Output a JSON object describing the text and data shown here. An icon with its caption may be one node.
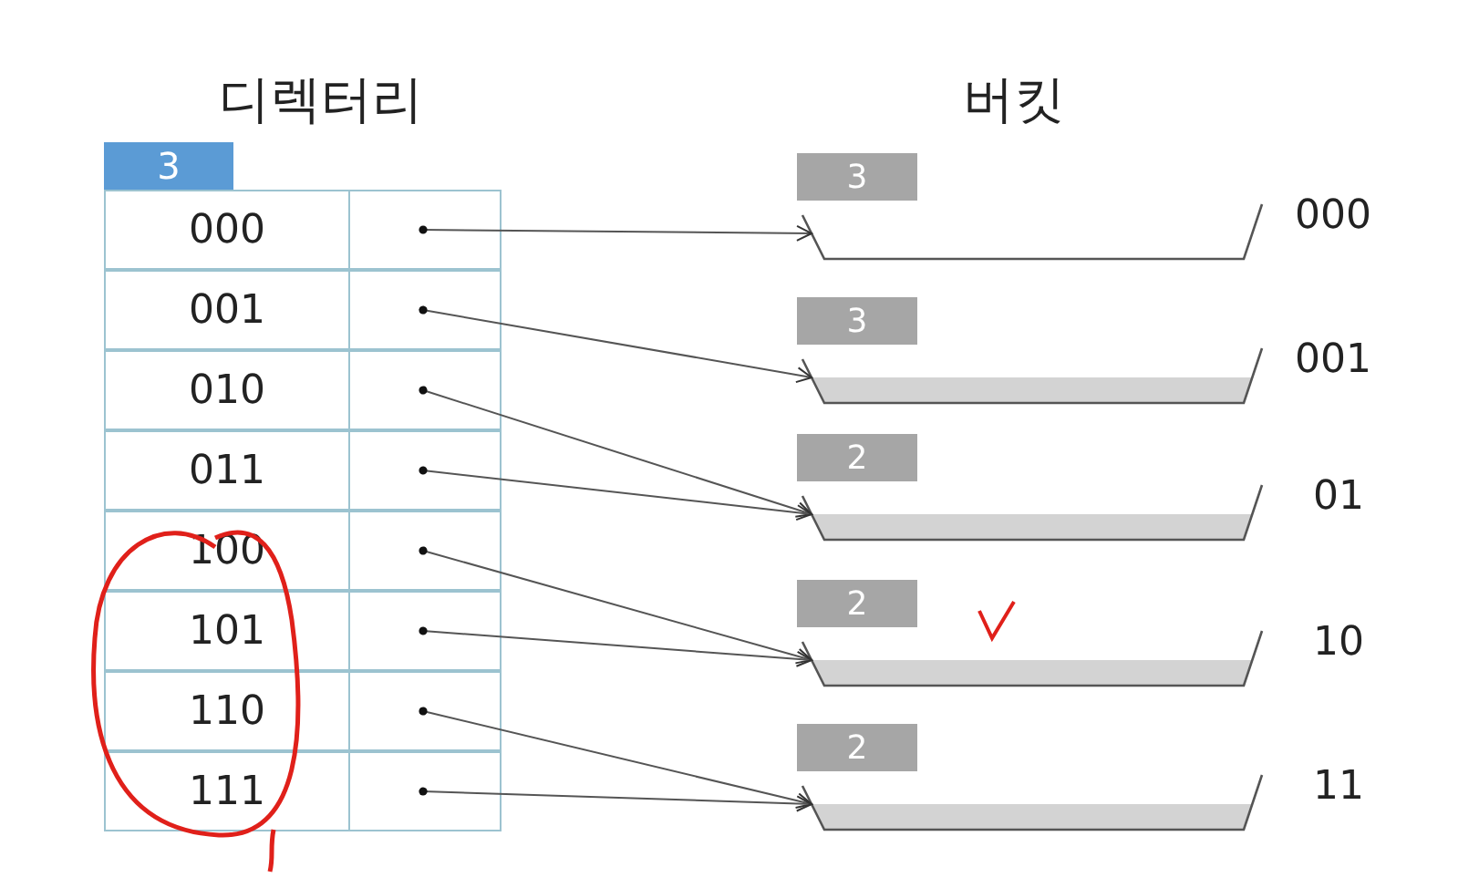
{
  "diagram": {
    "nodes": [
      {
        "text": [
          "3"
        ]
      },
      {
        "text": [
          "000"
        ]
      },
      {
        "text": [
          "001"
        ]
      },
      {
        "text": [
          "010"
        ]
      },
      {
        "text": [
          "011"
        ]
      },
      {
        "text": [
          "100"
        ]
      },
      {
        "text": [
          "101"
        ]
      },
      {
        "text": [
          "110"
        ]
      },
      {
        "text": [
          "111"
        ]
      },
      {
        "text": [
          "3"
        ],
        "beside": [
          "000"
        ]
      },
      {
        "text": [
          "3"
        ],
        "beside": [
          "001"
        ]
      },
      {
        "text": [
          "2"
        ],
        "beside": [
          "01"
        ]
      },
      {
        "text": [
          "2"
        ],
        "beside": [
          "10"
        ]
      },
      {
        "text": [
          "2"
        ],
        "beside": [
          "11"
        ]
      }
    ],
    "edges": [
      {
        "from": 1,
        "to": 9,
        "arrow": "to"
      },
      {
        "from": 2,
        "to": 10,
        "arrow": "to"
      },
      {
        "from": 3,
        "to": 11,
        "arrow": "to"
      },
      {
        "from": 4,
        "to": 11,
        "arrow": "to"
      },
      {
        "from": 5,
        "to": 12,
        "arrow": "to"
      },
      {
        "from": 6,
        "to": 12,
        "arrow": "to"
      },
      {
        "from": 7,
        "to": 13,
        "arrow": "to"
      },
      {
        "from": 8,
        "to": 13,
        "arrow": "to"
      }
    ],
    "labels": [
      "디렉터리",
      "버킷"
    ]
  }
}
